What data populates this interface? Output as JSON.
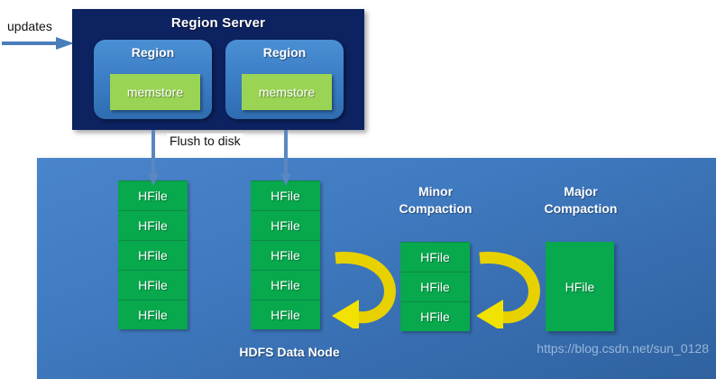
{
  "colors": {
    "region_server_bg": "#0d2260",
    "region_bg": "#3a7cc4",
    "memstore_bg": "#9ad455",
    "hdfs_bg": "#3f79bf",
    "hfile_bg": "#08a84d",
    "arrow_yellow": "#e8d100",
    "arrow_blue": "#4a7ebb",
    "text_white": "#ffffff",
    "watermark": "#a9c4e2"
  },
  "updates": {
    "label": "updates",
    "arrow_icon": "arrow-right-icon"
  },
  "region_server": {
    "title": "Region Server",
    "regions": [
      {
        "label": "Region",
        "memstore": "memstore"
      },
      {
        "label": "Region",
        "memstore": "memstore"
      }
    ]
  },
  "flush": {
    "label": "Flush to disk",
    "arrow_icon": "arrow-down-icon",
    "arrow_count": 2
  },
  "hdfs": {
    "label": "HDFS Data Node",
    "watermark": "https://blog.csdn.net/sun_0128",
    "stacks": [
      {
        "name": "hfile-stack-left",
        "files": [
          "HFile",
          "HFile",
          "HFile",
          "HFile",
          "HFile"
        ]
      },
      {
        "name": "hfile-stack-right",
        "files": [
          "HFile",
          "HFile",
          "HFile",
          "HFile",
          "HFile"
        ]
      }
    ],
    "minor_compaction": {
      "label_line1": "Minor",
      "label_line2": "Compaction",
      "files": [
        "HFile",
        "HFile",
        "HFile"
      ],
      "arrow_icon": "curved-arrow-left-icon"
    },
    "major_compaction": {
      "label_line1": "Major",
      "label_line2": "Compaction",
      "file": "HFile",
      "arrow_icon": "curved-arrow-left-icon"
    }
  }
}
